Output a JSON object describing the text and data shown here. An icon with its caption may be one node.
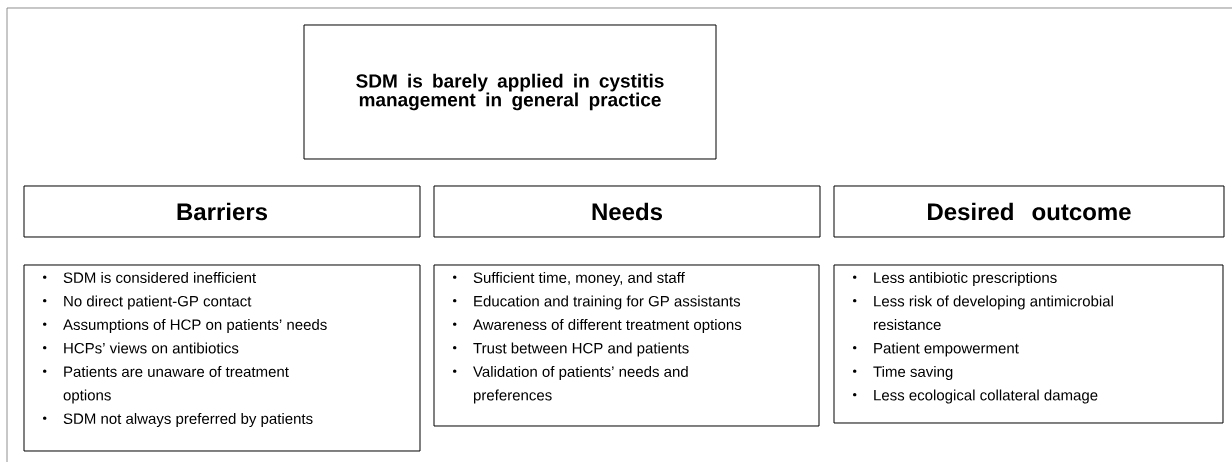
{
  "diagram": {
    "nodes": [
      {
        "text": [
          "SDM is barely applied in cystitis management in general practice"
        ]
      },
      {
        "text": [
          "Barriers"
        ]
      },
      {
        "text": [
          "Needs"
        ]
      },
      {
        "text": [
          "Desired outcome"
        ]
      },
      {
        "text": [
          "SDM is considered inefficient",
          "No direct patient-GP contact",
          "Assumptions of HCP on patients’ needs",
          "HCPs’ views on antibiotics",
          "Patients are unaware of treatment options",
          "SDM not always preferred by patients"
        ]
      },
      {
        "text": [
          "Sufficient time, money, and staff",
          "Education and training for GP assistants",
          "Awareness of different treatment options",
          "Trust between HCP and patients",
          "Validation of patients’ needs and preferences"
        ]
      },
      {
        "text": [
          "Less antibiotic prescriptions",
          "Less risk of developing antimicrobial resistance",
          "Patient empowerment",
          "Time saving",
          "Less ecological collateral damage"
        ]
      }
    ]
  }
}
